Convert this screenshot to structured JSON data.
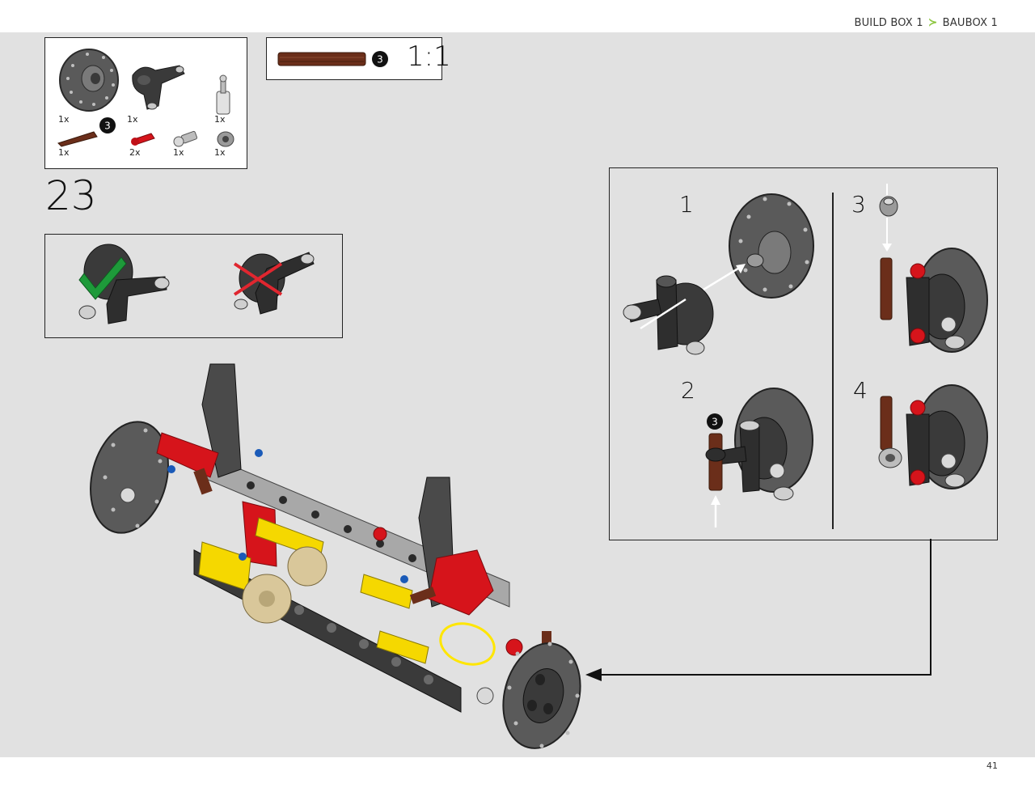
{
  "breadcrumb": {
    "part1": "BUILD BOX 1",
    "separator": "≻",
    "part2": "BAUBOX 1"
  },
  "page_number": "41",
  "step_number": "23",
  "parts_list": {
    "items": [
      {
        "name": "brake-disc",
        "qty": "1x"
      },
      {
        "name": "steering-knuckle",
        "qty": "1x"
      },
      {
        "name": "ball-joint-pin",
        "qty": "1x"
      },
      {
        "name": "axle-3-brown",
        "qty": "1x",
        "length": "3"
      },
      {
        "name": "pin-red",
        "qty": "2x"
      },
      {
        "name": "ball-pin",
        "qty": "1x"
      },
      {
        "name": "bush",
        "qty": "1x"
      }
    ]
  },
  "scale_callout": {
    "length": "3",
    "scale": "1:1"
  },
  "sub_steps": [
    "1",
    "2",
    "3",
    "4"
  ],
  "sub_step_axle_length": "3",
  "colors": {
    "page_bg": "#e1e1e1",
    "brake_disc": "#5a5a5a",
    "part_dark": "#3a3a3a",
    "part_red": "#d6141b",
    "axle_brown": "#6b2e1a",
    "beam_yellow": "#f5d800",
    "gear_tan": "#d9c79a",
    "check_green": "#1e9a3a",
    "cross_red": "#e0262f",
    "highlight_yellow": "#ffe600",
    "breadcrumb_accent": "#8cc63f"
  }
}
